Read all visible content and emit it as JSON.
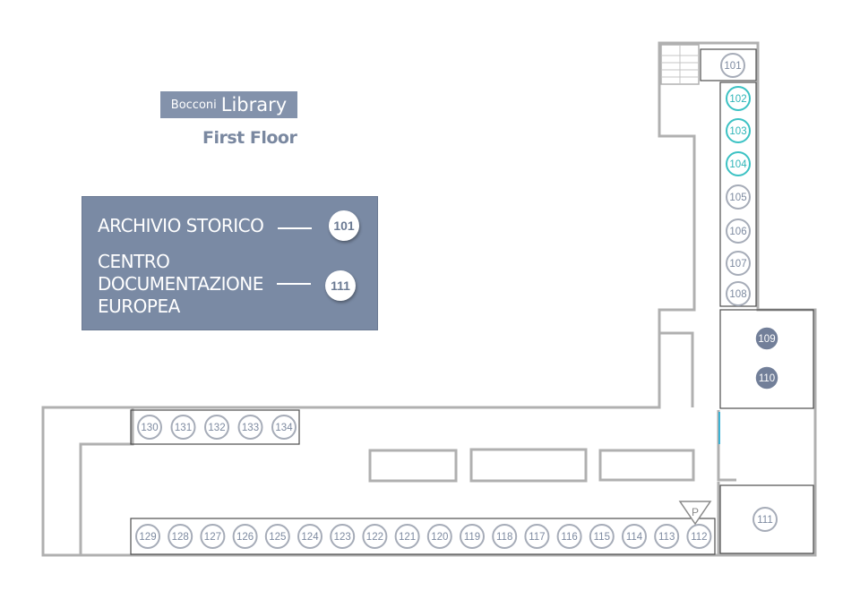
{
  "header": {
    "brand": "Bocconi",
    "title": "Library",
    "subtitle": "First Floor"
  },
  "legend": [
    {
      "label": "ARCHIVIO STORICO",
      "room": "101"
    },
    {
      "label": "CENTRO\nDOCUMENTAZIONE\nEUROPEA",
      "room": "111"
    }
  ],
  "parking_marker": "P",
  "rooms": {
    "right_column": [
      "101",
      "102",
      "103",
      "104",
      "105",
      "106",
      "107",
      "108"
    ],
    "highlighted": [
      "102",
      "103",
      "104"
    ],
    "filled": [
      "109",
      "110"
    ],
    "side": [
      "111"
    ],
    "upper_row": [
      "130",
      "131",
      "132",
      "133",
      "134"
    ],
    "bottom_row": [
      "129",
      "128",
      "127",
      "126",
      "125",
      "124",
      "123",
      "122",
      "121",
      "120",
      "119",
      "118",
      "117",
      "116",
      "115",
      "114",
      "113",
      "112"
    ]
  },
  "colors": {
    "wall": "#b0b0b0",
    "room_border": "#4d4d4d",
    "badge_text": "#7d8aa0",
    "highlight": "#3cc2c4",
    "filled_badge": "#727f99",
    "legend_bg": "#7a8aa4"
  }
}
